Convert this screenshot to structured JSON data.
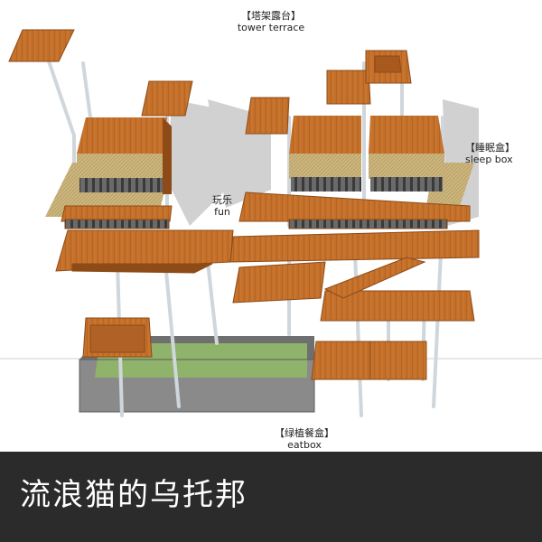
{
  "labels": {
    "tower": {
      "cn": "【塔架露台】",
      "en": "tower terrace"
    },
    "sleep": {
      "cn": "【睡眠盒】",
      "en": "sleep box"
    },
    "fun": {
      "cn": "玩乐",
      "en": "fun"
    },
    "eat": {
      "cn": "【绿植餐盒】",
      "en": "eatbox"
    }
  },
  "title": "流浪猫的乌托邦",
  "colors": {
    "wood": "#c4702a",
    "wood_dark": "#8d4b17",
    "pipe": "#cfd6dc",
    "concrete": "#7f7f7f",
    "grass": "#8fb36a",
    "mat": "#c9b37a",
    "title_bg": "#2b2b2b"
  }
}
